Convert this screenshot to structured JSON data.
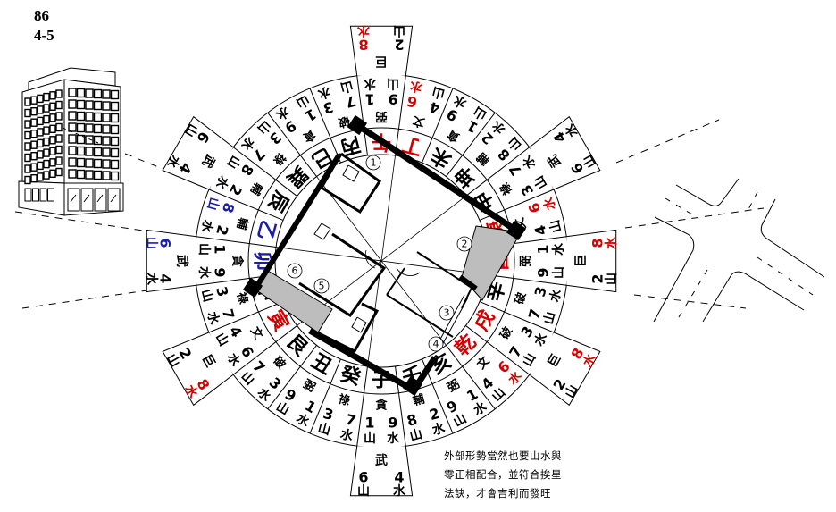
{
  "reference": {
    "code": "86",
    "sub": "4-5"
  },
  "caption": [
    "外部形勢當然也要山水與",
    "零正相配合，並符合挨星",
    "法訣，才會吉利而發旺"
  ],
  "colors": {
    "black": "#000000",
    "red": "#d40000",
    "blue": "#1c1caa",
    "hatch": "#bdbdbd"
  },
  "mountain_label": "山",
  "water_label": "水",
  "room_markers": [
    "①",
    "②",
    "③",
    "④",
    "⑤",
    "⑥"
  ],
  "sectors": [
    {
      "name": "子",
      "color": "black",
      "star": "貪",
      "mountain": "1",
      "water": "9",
      "tab": {
        "star": "武",
        "mountain": "6",
        "water": "4"
      }
    },
    {
      "name": "癸",
      "color": "black",
      "star": "祿",
      "mountain": "3",
      "water": "7"
    },
    {
      "name": "丑",
      "color": "black",
      "star": "弼",
      "mountain": "9",
      "water": "1"
    },
    {
      "name": "艮",
      "color": "black",
      "star": "破",
      "mountain": "7",
      "water": "3"
    },
    {
      "name": "寅",
      "color": "red",
      "star": "文",
      "mountain": "4",
      "water": "6",
      "tab": {
        "star": "巨",
        "mountain": "2",
        "water": "8",
        "water_color": "red"
      }
    },
    {
      "name": "甲",
      "color": "black",
      "star": "祿",
      "mountain": "3",
      "water": "7"
    },
    {
      "name": "卯",
      "color": "blue",
      "star": "貪",
      "mountain": "1",
      "water": "9",
      "tab": {
        "star": "武",
        "mountain": "6",
        "water": "4",
        "mountain_color": "blue"
      }
    },
    {
      "name": "乙",
      "color": "blue",
      "star": "輔",
      "mountain": "8",
      "water": "2",
      "mountain_color": "blue"
    },
    {
      "name": "辰",
      "color": "black",
      "star": "輔",
      "mountain": "8",
      "water": "2",
      "tab": {
        "star": "武",
        "mountain": "6",
        "water": "4"
      }
    },
    {
      "name": "巽",
      "color": "black",
      "star": "祿",
      "mountain": "3",
      "water": "7"
    },
    {
      "name": "巳",
      "color": "black",
      "star": "貪",
      "mountain": "1",
      "water": "9"
    },
    {
      "name": "丙",
      "color": "black",
      "star": "破",
      "mountain": "7",
      "water": "3"
    },
    {
      "name": "午",
      "color": "red",
      "star": "弼",
      "mountain": "9",
      "water": "1",
      "tab": {
        "star": "巨",
        "mountain": "2",
        "water": "8",
        "water_color": "red"
      }
    },
    {
      "name": "丁",
      "color": "red",
      "star": "文",
      "mountain": "4",
      "water": "6",
      "water_color": "red"
    },
    {
      "name": "未",
      "color": "black",
      "star": "貪",
      "mountain": "1",
      "water": "9"
    },
    {
      "name": "坤",
      "color": "black",
      "star": "輔",
      "mountain": "8",
      "water": "2"
    },
    {
      "name": "申",
      "color": "black",
      "star": "祿",
      "mountain": "3",
      "water": "7",
      "tab": {
        "star": "武",
        "mountain": "6",
        "water": "4"
      }
    },
    {
      "name": "庚",
      "color": "red",
      "star": "文",
      "mountain": "4",
      "water": "6",
      "water_color": "red"
    },
    {
      "name": "酉",
      "color": "red",
      "star": "弼",
      "mountain": "9",
      "water": "1",
      "tab": {
        "star": "巨",
        "mountain": "2",
        "water": "8",
        "water_color": "red"
      }
    },
    {
      "name": "辛",
      "color": "black",
      "star": "破",
      "mountain": "7",
      "water": "3"
    },
    {
      "name": "戌",
      "color": "red",
      "star": "破",
      "mountain": "7",
      "water": "3",
      "tab": {
        "star": "巨",
        "mountain": "2",
        "water": "8",
        "water_color": "red"
      }
    },
    {
      "name": "乾",
      "color": "red",
      "star": "文",
      "mountain": "4",
      "water": "6",
      "water_color": "red"
    },
    {
      "name": "亥",
      "color": "black",
      "star": "弼",
      "mountain": "9",
      "water": "1"
    },
    {
      "name": "壬",
      "color": "black",
      "star": "輔",
      "mountain": "8",
      "water": "2"
    }
  ]
}
